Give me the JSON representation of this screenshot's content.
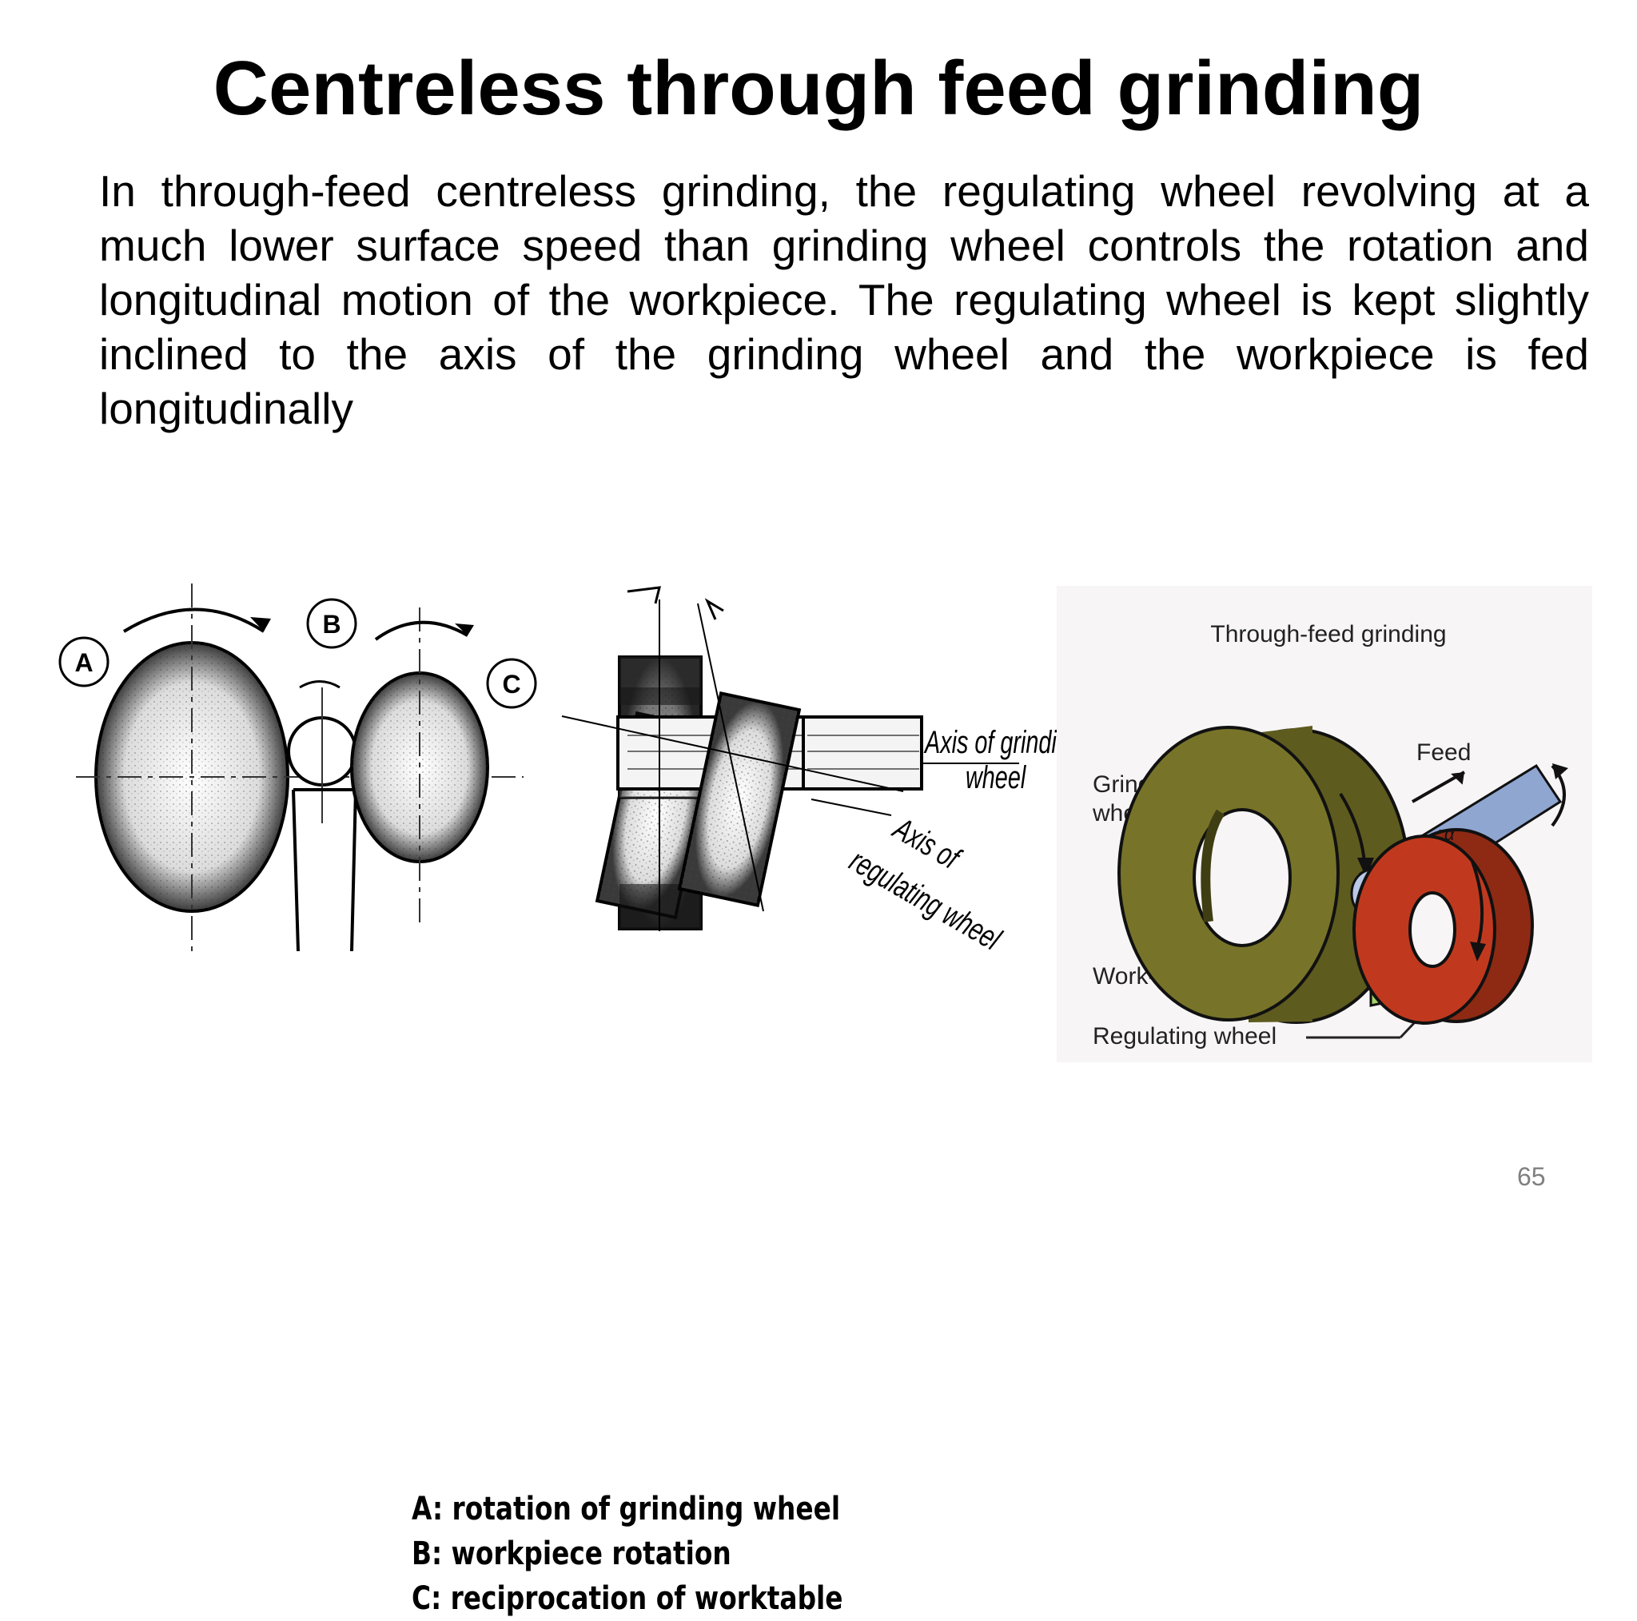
{
  "slide": {
    "title": "Centreless through feed grinding",
    "paragraph": "In through-feed centreless grinding, the regulating wheel revolving at a much lower surface speed than grinding wheel controls the rotation and longitudinal motion of the workpiece. The regulating wheel is kept slightly inclined to the axis of the grinding wheel and the workpiece is fed longitudinally",
    "page_number": "65"
  },
  "left_figure": {
    "markers": {
      "a": "A",
      "b": "B",
      "c": "C"
    },
    "axis_grinding_line1": "Axis of grinding",
    "axis_grinding_line2": "wheel",
    "axis_regulating_line1": "Axis of",
    "axis_regulating_line2": "regulating wheel",
    "legend": [
      "A: rotation of grinding wheel",
      "B: workpiece rotation",
      "C: reciprocation of worktable"
    ]
  },
  "right_figure": {
    "title": "Through-feed grinding",
    "feed": "Feed",
    "grinding_wheel_line1": "Grinding",
    "grinding_wheel_line2": "wheel",
    "work_rest_blade": "Work-rest blade",
    "regulating_wheel": "Regulating wheel",
    "alpha": "α",
    "colors": {
      "grinding_wheel": "#77742a",
      "regulating_wheel": "#c0391e",
      "workpiece": "#8fa6d1",
      "blade": "#a4d36a",
      "blade_top": "#e7c51f"
    }
  }
}
